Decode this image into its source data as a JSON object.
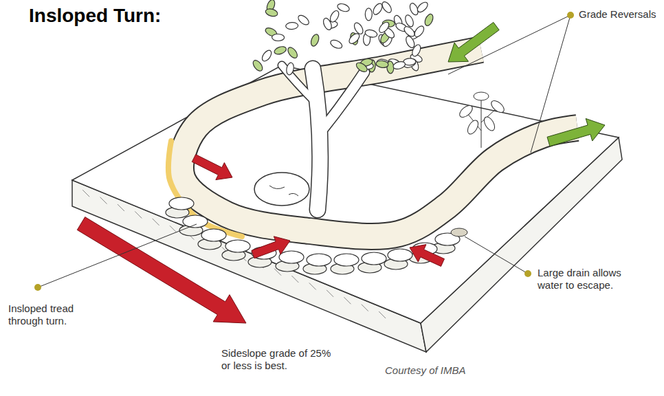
{
  "diagram": {
    "title": "Insloped Turn:",
    "labels": [
      "Grade Reversals",
      "Large drain allows water to escape.",
      "Insloped tread through turn.",
      "Sideslope grade of 25% or less is best.",
      "Courtesy of IMBA"
    ]
  }
}
